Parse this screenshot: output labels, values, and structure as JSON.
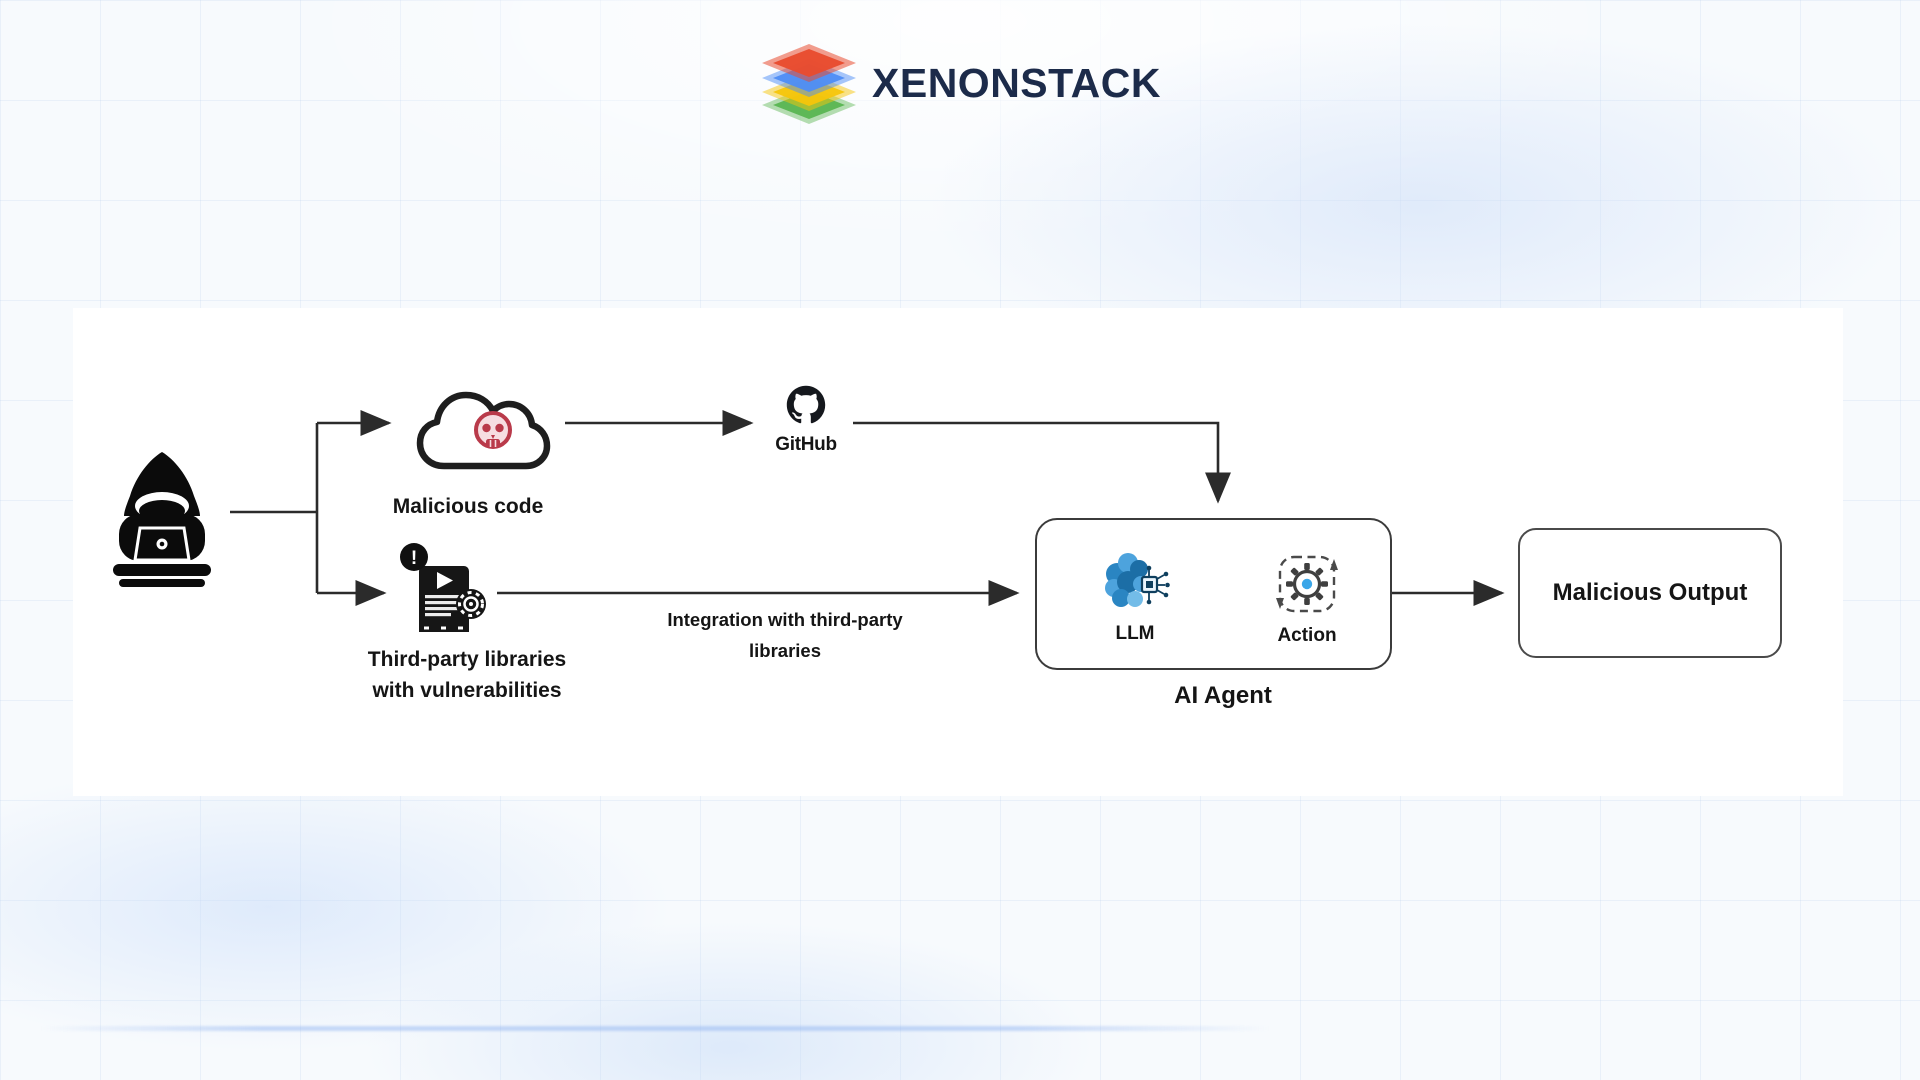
{
  "logo": {
    "text": "XENONSTACK"
  },
  "nodes": {
    "attacker": {
      "icon": "hacker-icon"
    },
    "malicious_code": {
      "label": "Malicious code",
      "icon": "malicious-cloud-icon"
    },
    "github": {
      "label": "GitHub",
      "icon": "github-icon"
    },
    "third_party": {
      "label_line1": "Third-party libraries",
      "label_line2": "with vulnerabilities",
      "badge": "!",
      "icon": "vulnerable-library-icon"
    },
    "ai_agent": {
      "label": "AI Agent",
      "llm": "LLM",
      "action": "Action"
    },
    "malicious_output": {
      "label": "Malicious Output"
    }
  },
  "annotations": {
    "integration_line1": "Integration with third-party",
    "integration_line2": "libraries"
  },
  "colors": {
    "logo_red": "#e84c30",
    "logo_blue": "#4e8df6",
    "logo_yellow": "#f6c50b",
    "logo_green": "#5ab552",
    "logo_text": "#1c2b4a",
    "skull_red": "#b93a4a",
    "llm_blue": "#2a85c2",
    "action_accent": "#3ba6e8",
    "connector_line": "#2b2b2b",
    "background": "#f7fafd",
    "grid_line": "#dbe7f7",
    "panel": "#ffffff"
  }
}
